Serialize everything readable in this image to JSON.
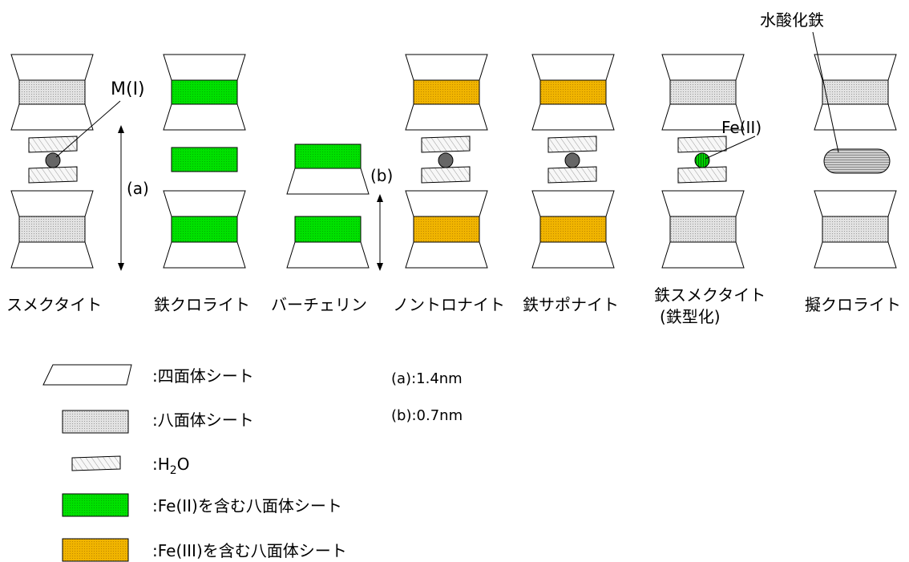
{
  "labels": {
    "smectite": "スメクタイト",
    "fe_chlorite": "鉄クロライト",
    "berthierine": "バーチェリン",
    "nontronite": "ノントロナイト",
    "fe_saponite": "鉄サポナイト",
    "fe_smectite_1": "鉄スメクタイト",
    "fe_smectite_2": "(鉄型化)",
    "pseudo_chlorite": "擬クロライト"
  },
  "annotations": {
    "m_ion": "M(I)",
    "fe_ion": "Fe(II)",
    "fe_hydroxide": "水酸化鉄",
    "dim_a": "(a)",
    "dim_b": "(b)"
  },
  "legend": {
    "tetra": ":四面体シート",
    "octa": ":八面体シート",
    "water_prefix": ":H",
    "water_sub": "2",
    "water_suffix": "O",
    "fe2_octa": ":Fe(II)を含む八面体シート",
    "fe3_octa": ":Fe(III)を含む八面体シート",
    "a_value": "(a):1.4nm",
    "b_value": "(b):0.7nm"
  },
  "colors": {
    "octahedral": "#d9d9d9",
    "fe2": "#00e000",
    "fe3": "#f0b400",
    "water": "#f2f2f2",
    "cation": "#666666",
    "hydroxide": "#c8c8c8"
  }
}
